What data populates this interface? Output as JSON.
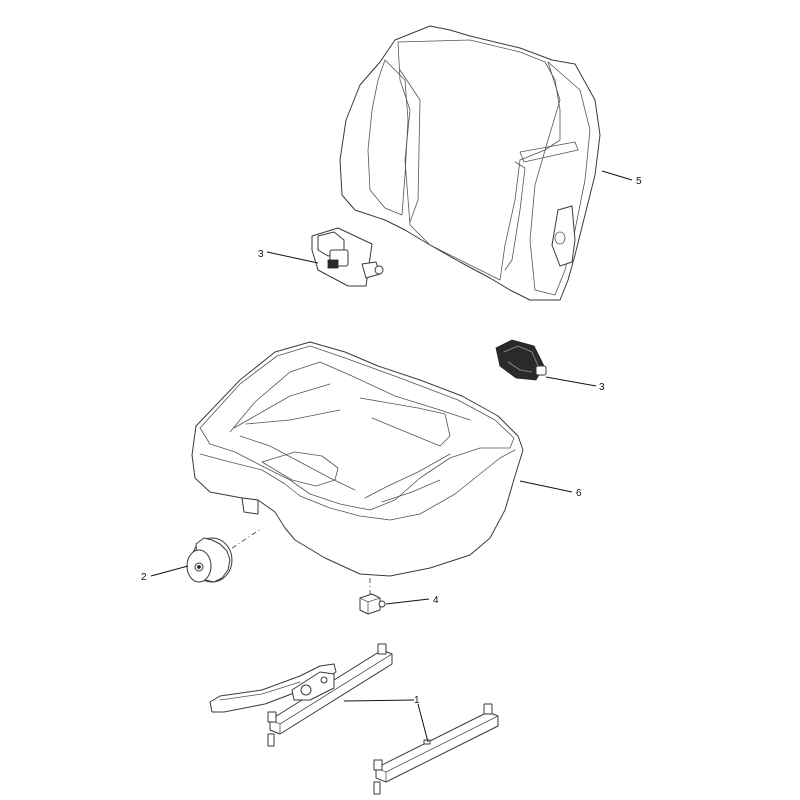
{
  "callouts": {
    "backrest": "5",
    "cushion": "6",
    "latch_left": "3",
    "latch_right": "3",
    "knob": "2",
    "pivot": "4",
    "rail": "1"
  },
  "colors": {
    "line": "#3a3a3a",
    "background": "#ffffff",
    "dark_part": "#2a2a2a"
  }
}
